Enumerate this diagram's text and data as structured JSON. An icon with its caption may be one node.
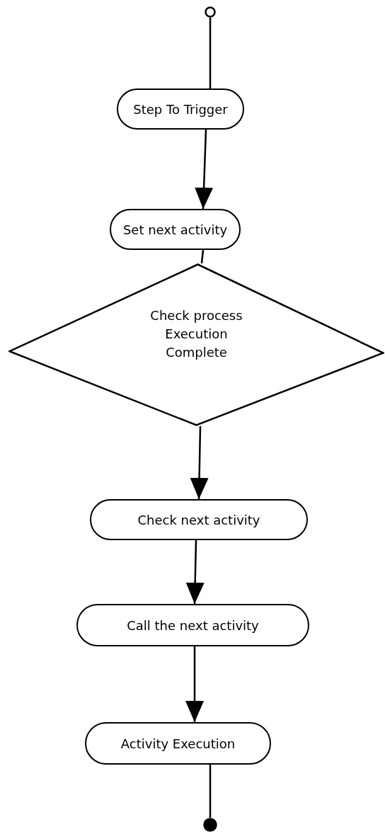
{
  "diagram": {
    "nodes": [
      {
        "text": [],
        "shape": "circle"
      },
      {
        "text": [
          "Step To Trigger"
        ]
      },
      {
        "text": [
          "Set next activity"
        ]
      },
      {
        "text": [
          "Check process Execution Complete"
        ]
      },
      {
        "text": [
          "Check next activity"
        ]
      },
      {
        "text": [
          "Call the next activity"
        ]
      },
      {
        "text": [
          "Activity Execution"
        ]
      },
      {
        "text": [],
        "shape": "dot"
      }
    ],
    "edges": [
      {
        "from": 0,
        "to": 1,
        "arrow": "none"
      },
      {
        "from": 1,
        "to": 2,
        "arrow": "to"
      },
      {
        "from": 2,
        "to": 3,
        "arrow": "none"
      },
      {
        "from": 3,
        "to": 4,
        "arrow": "to"
      },
      {
        "from": 4,
        "to": 5,
        "arrow": "to"
      },
      {
        "from": 5,
        "to": 6,
        "arrow": "to"
      },
      {
        "from": 6,
        "to": 7,
        "arrow": "none"
      }
    ]
  }
}
